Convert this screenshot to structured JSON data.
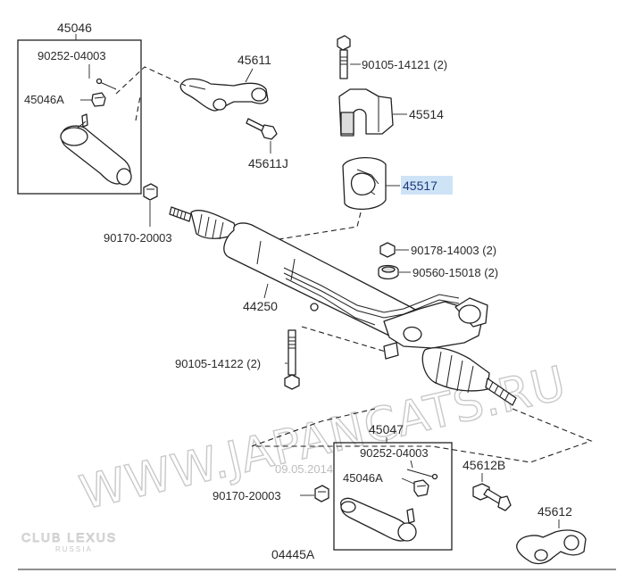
{
  "labels": {
    "p45046": "45046",
    "p90252_top": "90252-04003",
    "p45046A_top": "45046A",
    "p45611": "45611",
    "p45611J": "45611J",
    "p90105_14121": "90105-14121 (2)",
    "p45514": "45514",
    "p45517": "45517",
    "p90170_top": "90170-20003",
    "p90178": "90178-14003 (2)",
    "p90560": "90560-15018 (2)",
    "p44250": "44250",
    "p90105_14122": "90105-14122 (2)",
    "p45047": "45047",
    "p90252_bottom": "90252-04003",
    "p45046A_bottom": "45046A",
    "p45612B": "45612B",
    "p90170_bottom": "90170-20003",
    "p45612": "45612",
    "p04445A": "04445A"
  },
  "watermark": {
    "site": "WWW.JAPANCATS.RU",
    "date": "09.05.2014",
    "club_line1": "CLUB LEXUS",
    "club_line2": "RUSSIA"
  },
  "colors": {
    "selected_label": "#1b3a78",
    "selected_highlight": "#cfe3f7"
  }
}
